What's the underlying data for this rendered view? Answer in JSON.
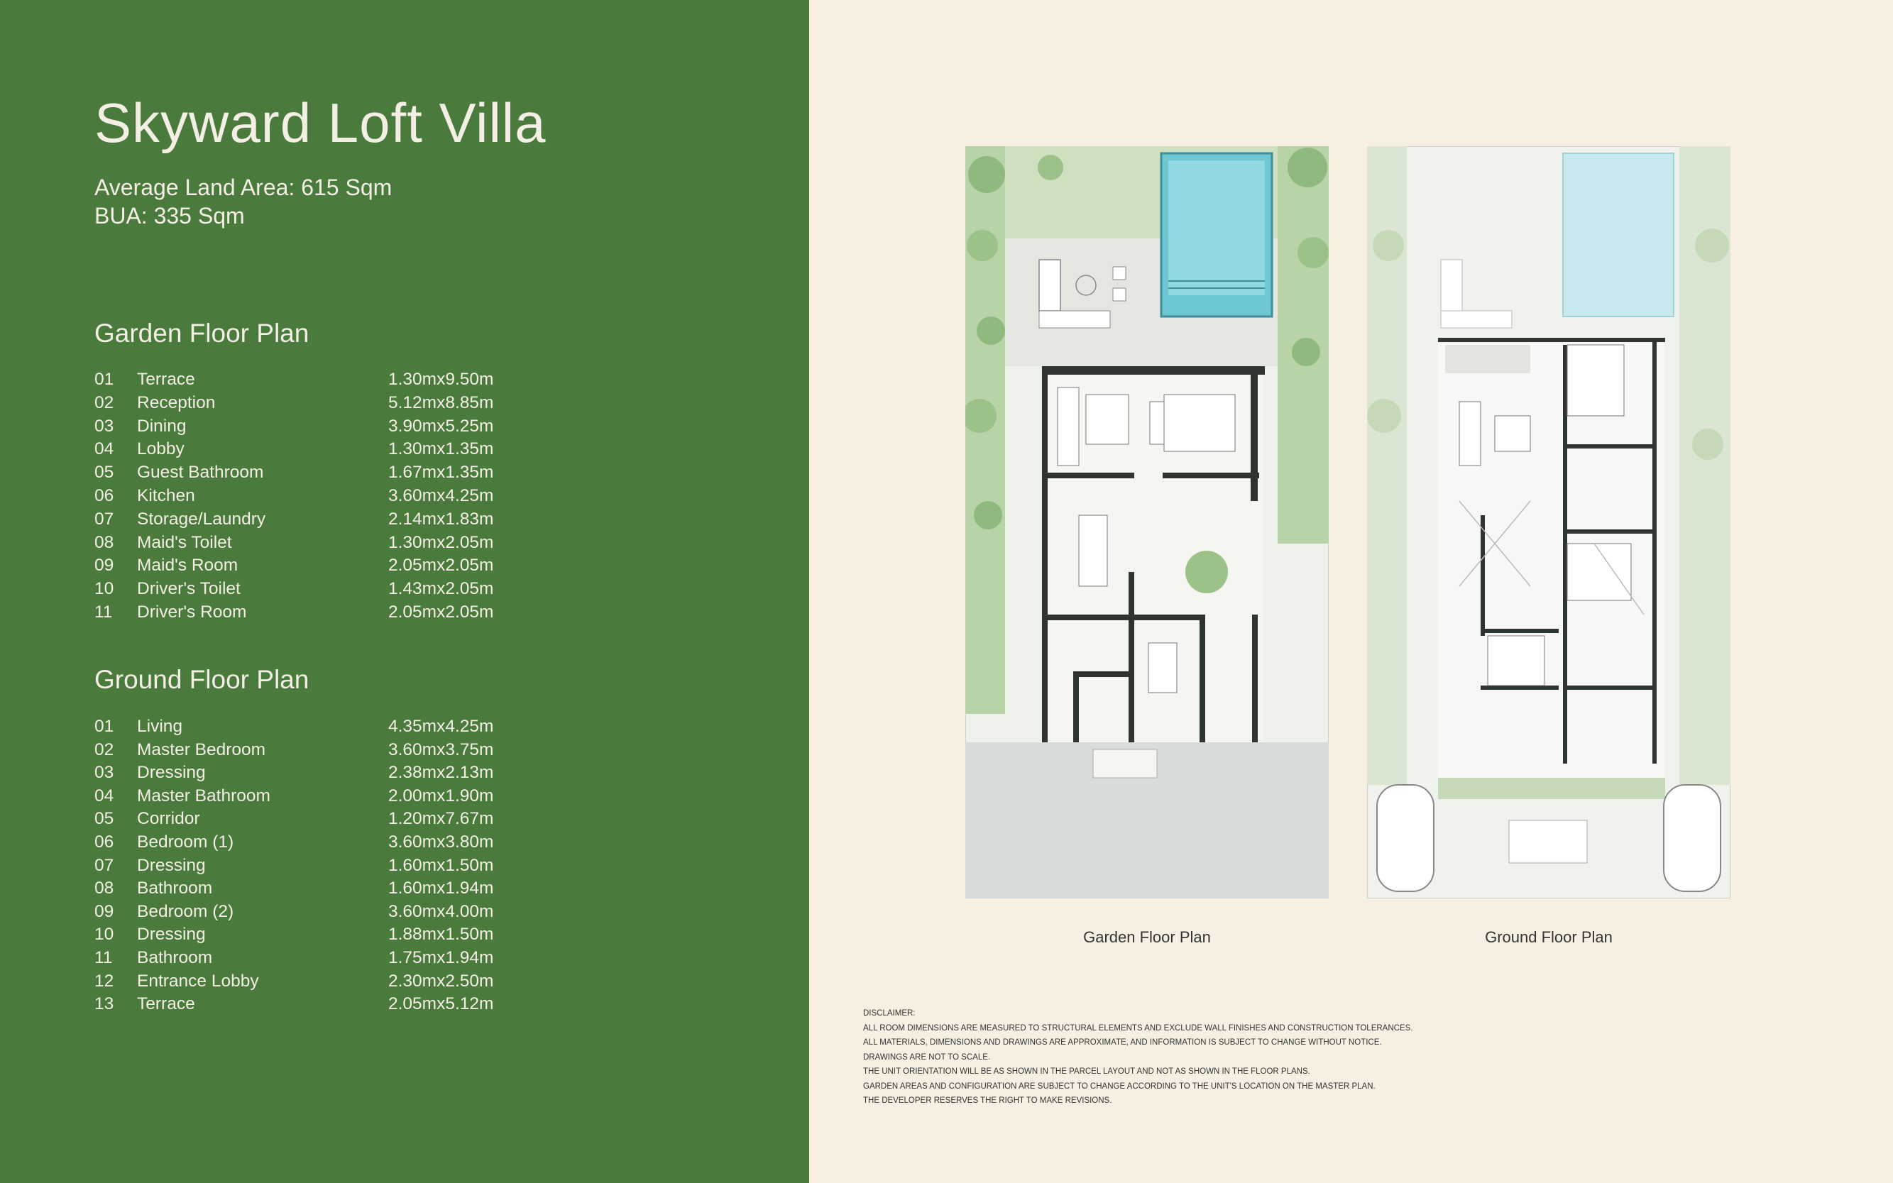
{
  "title": "Skyward Loft Villa",
  "land_area": "Average Land Area: 615 Sqm",
  "bua": "BUA: 335 Sqm",
  "garden": {
    "heading": "Garden Floor Plan",
    "rooms": [
      {
        "num": "01",
        "name": "Terrace",
        "dim": "1.30mx9.50m"
      },
      {
        "num": "02",
        "name": "Reception",
        "dim": "5.12mx8.85m"
      },
      {
        "num": "03",
        "name": "Dining",
        "dim": "3.90mx5.25m"
      },
      {
        "num": "04",
        "name": "Lobby",
        "dim": "1.30mx1.35m"
      },
      {
        "num": "05",
        "name": "Guest Bathroom",
        "dim": "1.67mx1.35m"
      },
      {
        "num": "06",
        "name": "Kitchen",
        "dim": "3.60mx4.25m"
      },
      {
        "num": "07",
        "name": "Storage/Laundry",
        "dim": "2.14mx1.83m"
      },
      {
        "num": "08",
        "name": "Maid's Toilet",
        "dim": "1.30mx2.05m"
      },
      {
        "num": "09",
        "name": "Maid's Room",
        "dim": "2.05mx2.05m"
      },
      {
        "num": "10",
        "name": "Driver's Toilet",
        "dim": "1.43mx2.05m"
      },
      {
        "num": "11",
        "name": "Driver's Room",
        "dim": "2.05mx2.05m"
      }
    ]
  },
  "ground": {
    "heading": "Ground Floor Plan",
    "rooms": [
      {
        "num": "01",
        "name": "Living",
        "dim": "4.35mx4.25m"
      },
      {
        "num": "02",
        "name": "Master Bedroom",
        "dim": "3.60mx3.75m"
      },
      {
        "num": "03",
        "name": "Dressing",
        "dim": "2.38mx2.13m"
      },
      {
        "num": "04",
        "name": "Master Bathroom",
        "dim": "2.00mx1.90m"
      },
      {
        "num": "05",
        "name": "Corridor",
        "dim": "1.20mx7.67m"
      },
      {
        "num": "06",
        "name": "Bedroom (1)",
        "dim": "3.60mx3.80m"
      },
      {
        "num": "07",
        "name": "Dressing",
        "dim": "1.60mx1.50m"
      },
      {
        "num": "08",
        "name": "Bathroom",
        "dim": "1.60mx1.94m"
      },
      {
        "num": "09",
        "name": "Bedroom (2)",
        "dim": "3.60mx4.00m"
      },
      {
        "num": "10",
        "name": "Dressing",
        "dim": "1.88mx1.50m"
      },
      {
        "num": "11",
        "name": "Bathroom",
        "dim": "1.75mx1.94m"
      },
      {
        "num": "12",
        "name": "Entrance Lobby",
        "dim": "2.30mx2.50m"
      },
      {
        "num": "13",
        "name": "Terrace",
        "dim": "2.05mx5.12m"
      }
    ]
  },
  "captions": {
    "garden": "Garden Floor Plan",
    "ground": "Ground Floor Plan"
  },
  "disclaimer": {
    "heading": "DISCLAIMER:",
    "lines": [
      "ALL ROOM DIMENSIONS ARE MEASURED TO STRUCTURAL ELEMENTS AND EXCLUDE WALL FINISHES AND CONSTRUCTION TOLERANCES.",
      "ALL MATERIALS, DIMENSIONS AND DRAWINGS ARE APPROXIMATE, AND INFORMATION IS SUBJECT TO CHANGE WITHOUT NOTICE.",
      "DRAWINGS ARE NOT TO SCALE.",
      "THE UNIT ORIENTATION WILL BE AS SHOWN IN THE PARCEL LAYOUT AND NOT AS SHOWN IN THE FLOOR PLANS.",
      "GARDEN AREAS AND CONFIGURATION ARE SUBJECT TO CHANGE ACCORDING TO THE UNIT'S LOCATION ON THE MASTER PLAN.",
      "THE DEVELOPER RESERVES THE RIGHT TO MAKE REVISIONS."
    ]
  },
  "colors": {
    "panel": "#4a7a3c",
    "background": "#f6efe2",
    "pool": "#7fd3dc",
    "wall": "#2e3430",
    "greenery": "#b9d3a8"
  }
}
